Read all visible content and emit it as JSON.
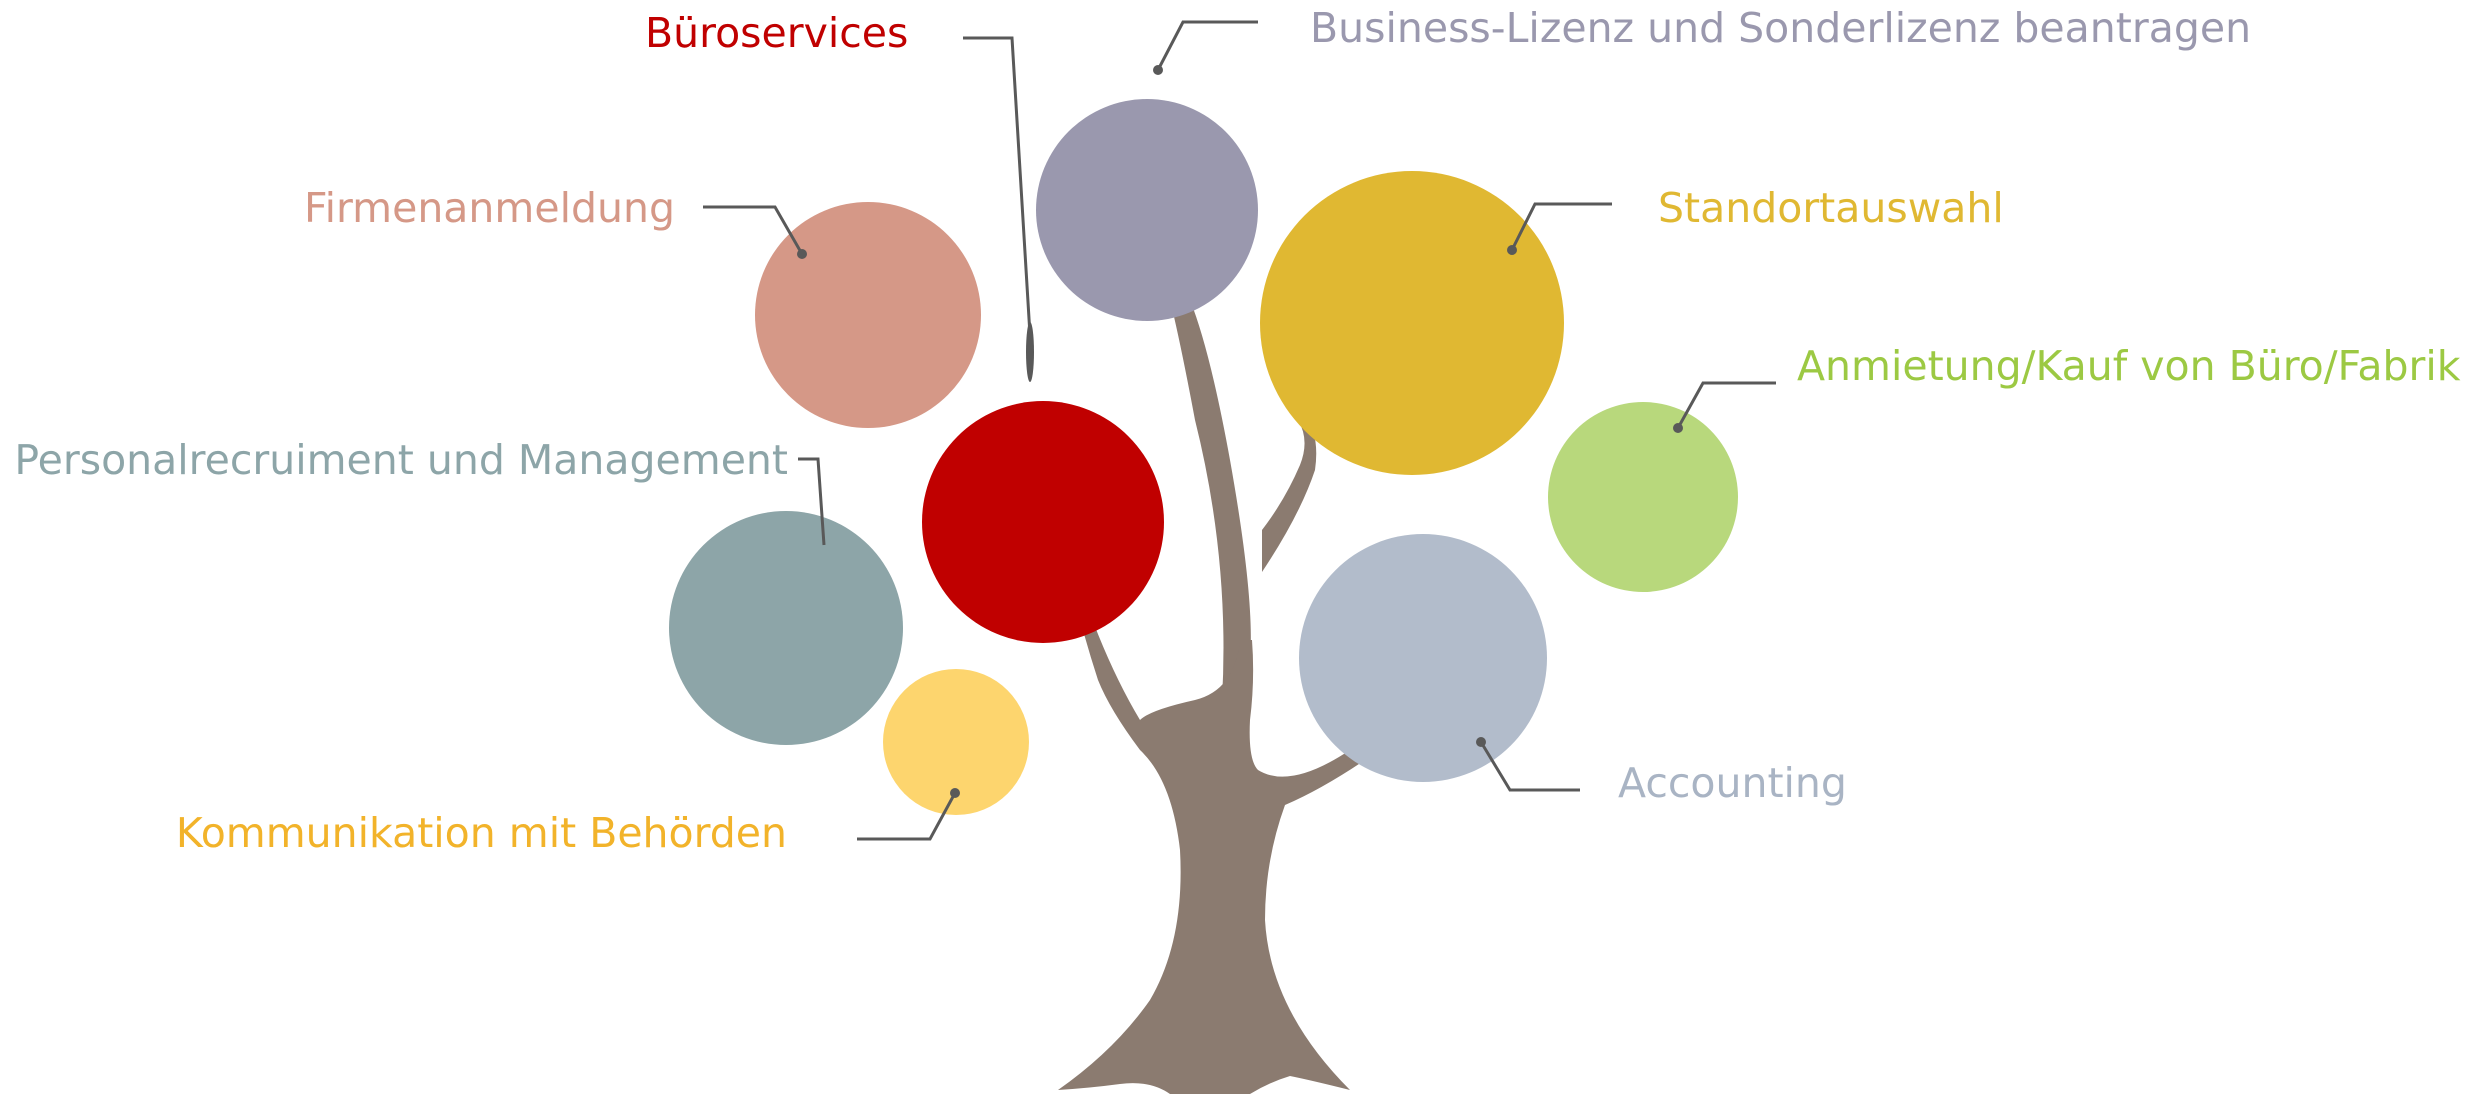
{
  "diagram": {
    "nodes": [
      {
        "id": "bueroservices",
        "label": "Büroservices",
        "color": "#C00000",
        "label_color": "#C00000"
      },
      {
        "id": "business-lizenz",
        "label": "Business-Lizenz und Sonderlizenz beantragen",
        "color": "#9A98AE",
        "label_color": "#9A98AE"
      },
      {
        "id": "firmenanmeldung",
        "label": "Firmenanmeldung",
        "color": "#D59887",
        "label_color": "#D59887"
      },
      {
        "id": "standortauswahl",
        "label": "Standortauswahl",
        "color": "#E0B832",
        "label_color": "#E0B832"
      },
      {
        "id": "anmietung",
        "label": "Anmietung/Kauf von Büro/Fabrik",
        "color": "#B8D87C",
        "label_color": "#9CC943"
      },
      {
        "id": "personal",
        "label": "Personalrecruiment und Management",
        "color": "#8DA5A8",
        "label_color": "#8DA5A8"
      },
      {
        "id": "kommunikation",
        "label": "Kommunikation mit Behörden",
        "color": "#FDD56E",
        "label_color": "#F2B32A"
      },
      {
        "id": "accounting",
        "label": "Accounting",
        "color": "#B2BCCB",
        "label_color": "#A9B4C4"
      }
    ],
    "tree_color": "#8B7B70",
    "leader_color": "#595959"
  }
}
